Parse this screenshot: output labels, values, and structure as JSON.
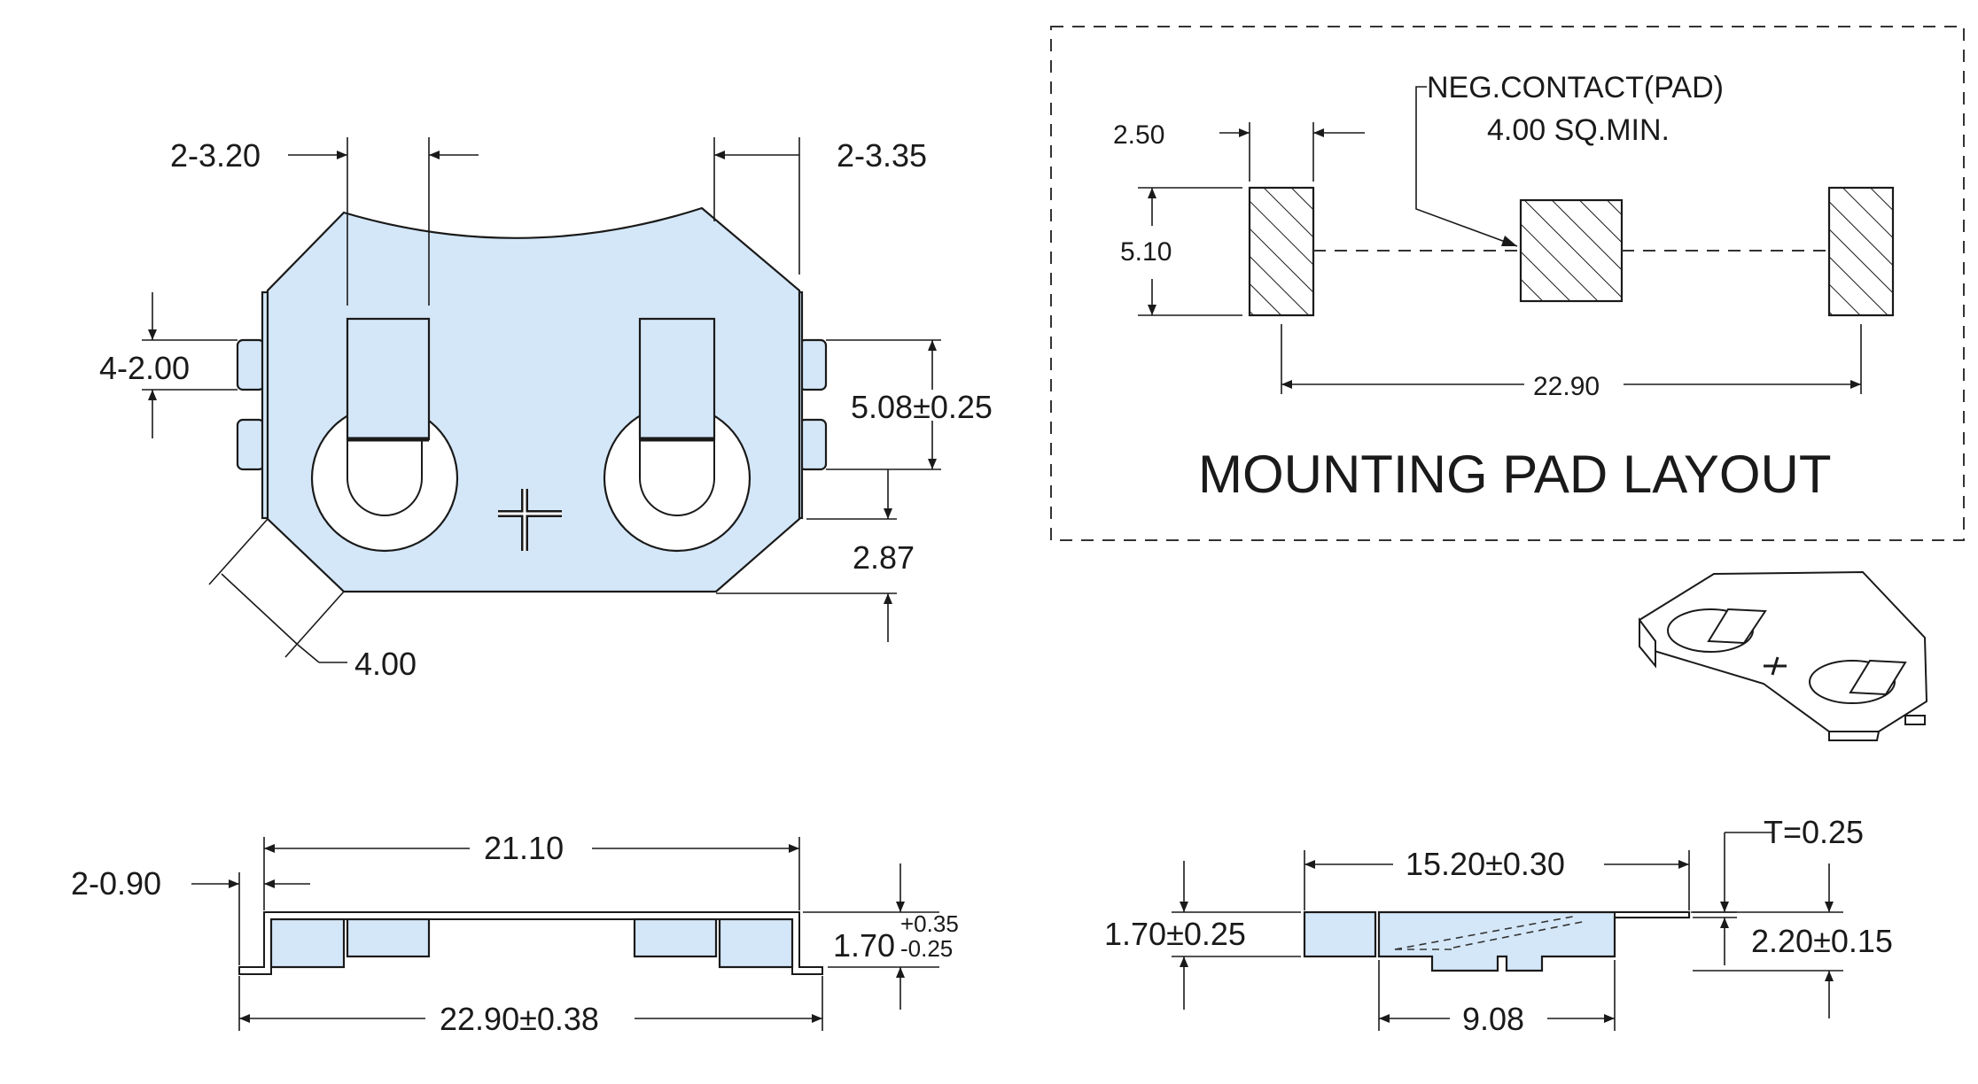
{
  "top_view": {
    "dim_tab_width_left": "2-3.20",
    "dim_tab_width_right": "2-3.35",
    "dim_pin_width": "4-2.00",
    "dim_pin_span": "5.08±0.25",
    "dim_edge_offset": "2.87",
    "dim_chamfer": "4.00"
  },
  "pad_layout": {
    "title": "MOUNTING PAD LAYOUT",
    "note_line1": "NEG.CONTACT(PAD)",
    "note_line2": "4.00 SQ.MIN.",
    "dim_pad_width": "2.50",
    "dim_pad_height": "5.10",
    "dim_pad_span": "22.90"
  },
  "front_view": {
    "dim_inner_length": "21.10",
    "dim_leg": "2-0.90",
    "dim_height": "1.70",
    "tol_plus": "+0.35",
    "tol_minus": "-0.25",
    "dim_total_length": "22.90±0.38"
  },
  "side_view": {
    "dim_length": "15.20±0.30",
    "dim_thickness": "T=0.25",
    "dim_height_left": "1.70±0.25",
    "dim_height_right": "2.20±0.15",
    "dim_bottom": "9.08"
  },
  "colors": {
    "body_fill": "#d4e7f8",
    "line": "#1a1a1a"
  },
  "icons": [
    "plus-center-mark",
    "hatch-pattern"
  ]
}
